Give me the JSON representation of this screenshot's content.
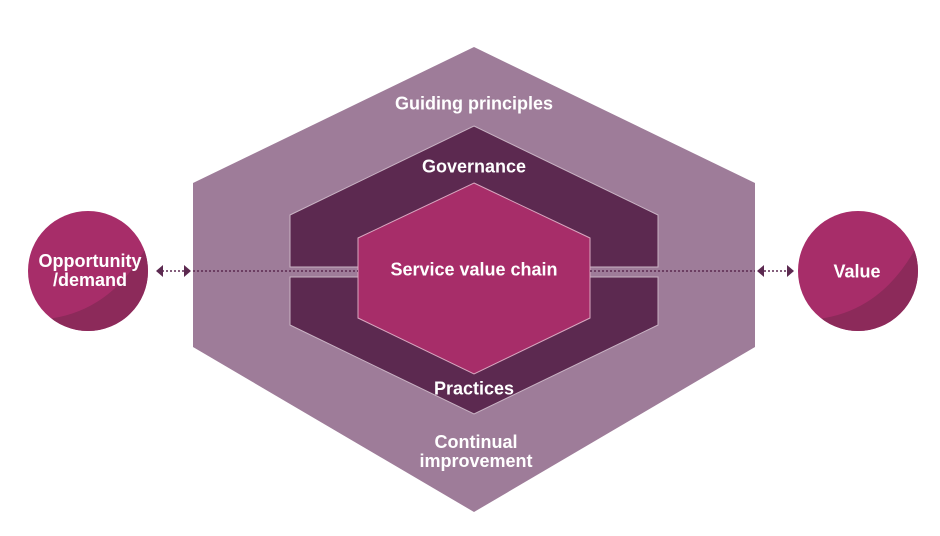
{
  "diagram": {
    "outer_layer_top": "Guiding principles",
    "outer_layer_bottom": "Continual improvement",
    "middle_layer_top": "Governance",
    "middle_layer_bottom": "Practices",
    "core": "Service value chain",
    "input": "Opportunity /demand",
    "output": "Value"
  },
  "colors": {
    "outer": "#9e7c99",
    "middle": "#5c2950",
    "core": "#a72d69",
    "circle": "#a72d69",
    "circle_shade": "#8c2a5a"
  }
}
